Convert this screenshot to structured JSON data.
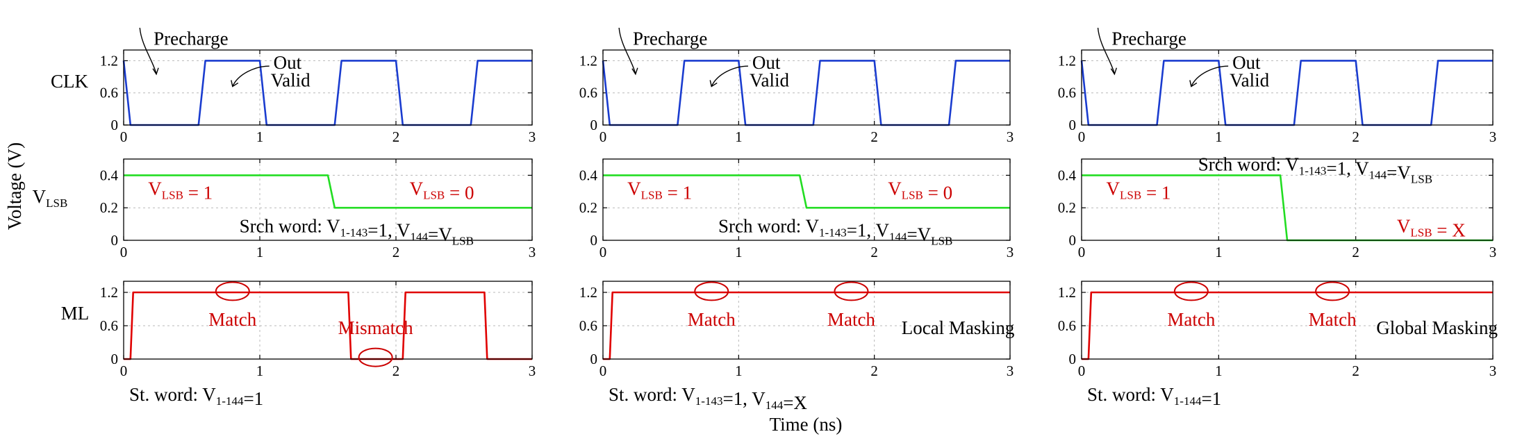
{
  "chart_data": [
    {
      "type": "line",
      "panel": "Local 1 - CLK",
      "ylabel": "CLK",
      "xlim": [
        0,
        3
      ],
      "ylim": [
        0,
        1.4
      ],
      "xticks": [
        "0",
        "1",
        "2",
        "3"
      ],
      "yticks": [
        "0",
        "0.6",
        "1.2"
      ],
      "grid": true,
      "series": [
        {
          "color": "#1a3ccf",
          "x": [
            0,
            0.05,
            0.55,
            0.6,
            1.0,
            1.05,
            1.55,
            1.6,
            2.0,
            2.05,
            2.55,
            2.6,
            3.0
          ],
          "y": [
            1.2,
            0,
            0,
            1.2,
            1.2,
            0,
            0,
            1.2,
            1.2,
            0,
            0,
            1.2,
            1.2
          ]
        }
      ],
      "annotations": [
        {
          "text": "Precharge",
          "x": 0.22,
          "y": 1.5
        },
        {
          "text": "Out",
          "x": 1.1,
          "y": 1.05
        },
        {
          "text": "Valid",
          "x": 1.08,
          "y": 0.72
        }
      ]
    },
    {
      "type": "line",
      "panel": "Local 1 - VLSB",
      "ylabel": "V",
      "ylabel_sub": "LSB",
      "xlim": [
        0,
        3
      ],
      "ylim": [
        0,
        0.5
      ],
      "xticks": [
        "0",
        "1",
        "2",
        "3"
      ],
      "yticks": [
        "0",
        "0.2",
        "0.4"
      ],
      "grid": true,
      "series": [
        {
          "color": "#22dd22",
          "x": [
            0,
            1.5,
            1.55,
            3
          ],
          "y": [
            0.4,
            0.4,
            0.2,
            0.2
          ]
        }
      ],
      "annotations": [
        {
          "color": "#cc0000",
          "text": "V",
          "sub": "LSB",
          "rest": " = 1",
          "x": 0.18,
          "y": 0.28
        },
        {
          "color": "#cc0000",
          "text": "V",
          "sub": "LSB",
          "rest": " = 0",
          "x": 2.1,
          "y": 0.28
        },
        {
          "text": "Srch word: V",
          "sub": "1-143",
          "rest": "=1, V",
          "sub2": "144",
          "rest2": "=V",
          "sub3": "LSB",
          "x": 0.85,
          "y": 0.05
        }
      ]
    },
    {
      "type": "line",
      "panel": "Local 1 - ML",
      "ylabel": "ML",
      "xlim": [
        0,
        3
      ],
      "ylim": [
        0,
        1.4
      ],
      "xticks": [
        "0",
        "1",
        "2",
        "3"
      ],
      "yticks": [
        "0",
        "0.6",
        "1.2"
      ],
      "grid": true,
      "series": [
        {
          "color": "#e00000",
          "x": [
            0,
            0.05,
            0.07,
            1.65,
            1.67,
            2.05,
            2.07,
            2.65,
            2.67,
            3.0
          ],
          "y": [
            0,
            0,
            1.2,
            1.2,
            0,
            0,
            1.2,
            1.2,
            0,
            0
          ]
        }
      ],
      "annotations": [
        {
          "color": "#cc0000",
          "text": "Match",
          "x": 0.8,
          "y": 0.6,
          "ellipse": [
            0.8,
            1.22
          ]
        },
        {
          "color": "#cc0000",
          "text": "Mismatch",
          "x": 1.85,
          "y": 0.45,
          "ellipse": [
            1.85,
            0.03
          ]
        }
      ],
      "footer": {
        "text": "St. word: V",
        "sub": "1-144",
        "rest": "=1"
      }
    },
    {
      "type": "line",
      "panel": "Local 2 - CLK",
      "ylabel": "",
      "xlim": [
        0,
        3
      ],
      "ylim": [
        0,
        1.4
      ],
      "xticks": [
        "0",
        "1",
        "2",
        "3"
      ],
      "yticks": [
        "0",
        "0.6",
        "1.2"
      ],
      "grid": true,
      "series": [
        {
          "color": "#1a3ccf",
          "x": [
            0,
            0.05,
            0.55,
            0.6,
            1.0,
            1.05,
            1.55,
            1.6,
            2.0,
            2.05,
            2.55,
            2.6,
            3.0
          ],
          "y": [
            1.2,
            0,
            0,
            1.2,
            1.2,
            0,
            0,
            1.2,
            1.2,
            0,
            0,
            1.2,
            1.2
          ]
        }
      ],
      "annotations": [
        {
          "text": "Precharge",
          "x": 0.22,
          "y": 1.5
        },
        {
          "text": "Out",
          "x": 1.1,
          "y": 1.05
        },
        {
          "text": "Valid",
          "x": 1.08,
          "y": 0.72
        }
      ]
    },
    {
      "type": "line",
      "panel": "Local 2 - VLSB",
      "xlim": [
        0,
        3
      ],
      "ylim": [
        0,
        0.5
      ],
      "xticks": [
        "0",
        "1",
        "2",
        "3"
      ],
      "yticks": [
        "0",
        "0.2",
        "0.4"
      ],
      "grid": true,
      "series": [
        {
          "color": "#22dd22",
          "x": [
            0,
            1.45,
            1.5,
            3
          ],
          "y": [
            0.4,
            0.4,
            0.2,
            0.2
          ]
        }
      ],
      "annotations": [
        {
          "color": "#cc0000",
          "text": "V",
          "sub": "LSB",
          "rest": " = 1",
          "x": 0.18,
          "y": 0.28
        },
        {
          "color": "#cc0000",
          "text": "V",
          "sub": "LSB",
          "rest": " = 0",
          "x": 2.1,
          "y": 0.28
        },
        {
          "text": "Srch word: V",
          "sub": "1-143",
          "rest": "=1, V",
          "sub2": "144",
          "rest2": "=V",
          "sub3": "LSB",
          "x": 0.85,
          "y": 0.05
        }
      ]
    },
    {
      "type": "line",
      "panel": "Local 2 - ML",
      "xlim": [
        0,
        3
      ],
      "ylim": [
        0,
        1.4
      ],
      "xticks": [
        "0",
        "1",
        "2",
        "3"
      ],
      "yticks": [
        "0",
        "0.6",
        "1.2"
      ],
      "grid": true,
      "series": [
        {
          "color": "#e00000",
          "x": [
            0,
            0.05,
            0.07,
            3.0
          ],
          "y": [
            0,
            0,
            1.2,
            1.2
          ]
        }
      ],
      "annotations": [
        {
          "color": "#cc0000",
          "text": "Match",
          "x": 0.8,
          "y": 0.6,
          "ellipse": [
            0.8,
            1.22
          ]
        },
        {
          "color": "#cc0000",
          "text": "Match",
          "x": 1.83,
          "y": 0.6,
          "ellipse": [
            1.83,
            1.22
          ]
        },
        {
          "text": "Local Masking",
          "x": 2.2,
          "y": 0.45
        }
      ],
      "footer": {
        "text": "St. word: V",
        "sub": "1-143",
        "rest": "=1, V",
        "sub2": "144",
        "rest2": "=X"
      }
    },
    {
      "type": "line",
      "panel": "Global - CLK",
      "xlim": [
        0,
        3
      ],
      "ylim": [
        0,
        1.4
      ],
      "xticks": [
        "0",
        "1",
        "2",
        "3"
      ],
      "yticks": [
        "0",
        "0.6",
        "1.2"
      ],
      "grid": true,
      "series": [
        {
          "color": "#1a3ccf",
          "x": [
            0,
            0.05,
            0.55,
            0.6,
            1.0,
            1.05,
            1.55,
            1.6,
            2.0,
            2.05,
            2.55,
            2.6,
            3.0
          ],
          "y": [
            1.2,
            0,
            0,
            1.2,
            1.2,
            0,
            0,
            1.2,
            1.2,
            0,
            0,
            1.2,
            1.2
          ]
        }
      ],
      "annotations": [
        {
          "text": "Precharge",
          "x": 0.22,
          "y": 1.5
        },
        {
          "text": "Out",
          "x": 1.1,
          "y": 1.05
        },
        {
          "text": "Valid",
          "x": 1.08,
          "y": 0.72
        }
      ]
    },
    {
      "type": "line",
      "panel": "Global - VLSB",
      "xlim": [
        0,
        3
      ],
      "ylim": [
        0,
        0.5
      ],
      "xticks": [
        "0",
        "1",
        "2",
        "3"
      ],
      "yticks": [
        "0",
        "0.2",
        "0.4"
      ],
      "grid": true,
      "series": [
        {
          "color": "#22dd22",
          "x": [
            0,
            1.45,
            1.5,
            3
          ],
          "y": [
            0.4,
            0.4,
            0,
            0
          ]
        }
      ],
      "annotations": [
        {
          "color": "#cc0000",
          "text": "V",
          "sub": "LSB",
          "rest": " = 1",
          "x": 0.18,
          "y": 0.28
        },
        {
          "color": "#cc0000",
          "text": "V",
          "sub": "LSB",
          "rest": " = X",
          "x": 2.3,
          "y": 0.05
        },
        {
          "text": "Srch word: V",
          "sub": "1-143",
          "rest": "=1, V",
          "sub2": "144",
          "rest2": "=V",
          "sub3": "LSB",
          "x": 0.85,
          "y": 0.43
        }
      ]
    },
    {
      "type": "line",
      "panel": "Global - ML",
      "xlim": [
        0,
        3
      ],
      "ylim": [
        0,
        1.4
      ],
      "xticks": [
        "0",
        "1",
        "2",
        "3"
      ],
      "yticks": [
        "0",
        "0.6",
        "1.2"
      ],
      "grid": true,
      "series": [
        {
          "color": "#e00000",
          "x": [
            0,
            0.05,
            0.07,
            3.0
          ],
          "y": [
            0,
            0,
            1.2,
            1.2
          ]
        }
      ],
      "annotations": [
        {
          "color": "#cc0000",
          "text": "Match",
          "x": 0.8,
          "y": 0.6,
          "ellipse": [
            0.8,
            1.22
          ]
        },
        {
          "color": "#cc0000",
          "text": "Match",
          "x": 1.83,
          "y": 0.6,
          "ellipse": [
            1.83,
            1.22
          ]
        },
        {
          "text": "Global Masking",
          "x": 2.15,
          "y": 0.45
        }
      ],
      "footer": {
        "text": "St. word: V",
        "sub": "1-144",
        "rest": "=1"
      }
    }
  ],
  "figure": {
    "ylabel": "Voltage (V)",
    "xlabel": "Time (ns)"
  }
}
